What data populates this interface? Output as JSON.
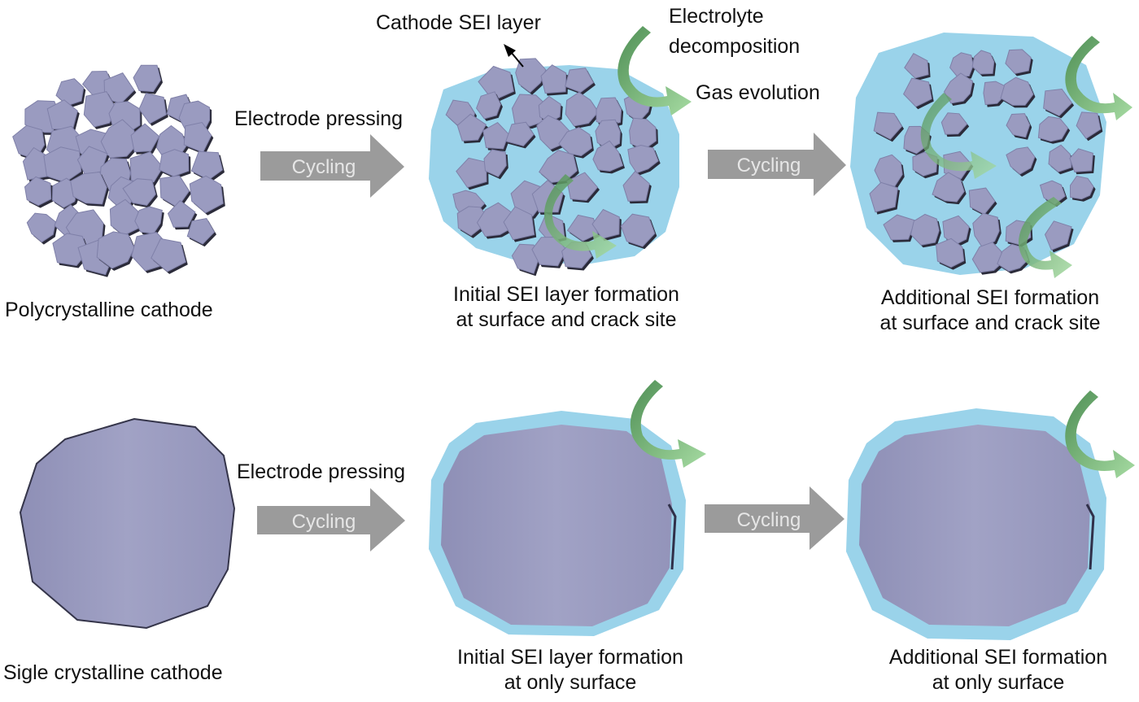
{
  "labels": {
    "electrode_pressing_top": "Electrode pressing",
    "electrode_pressing_bottom": "Electrode pressing",
    "cycling_top_1": "Cycling",
    "cycling_top_2": "Cycling",
    "cycling_bottom_1": "Cycling",
    "cycling_bottom_2": "Cycling",
    "cathode_sei_layer": "Cathode SEI layer",
    "electrolyte_decomposition_line1": "Electrolyte",
    "electrolyte_decomposition_line2": "decomposition",
    "gas_evolution": "Gas evolution"
  },
  "captions": {
    "polycrystalline": "Polycrystalline cathode",
    "poly_initial_line1": "Initial SEI layer formation",
    "poly_initial_line2": "at surface and crack site",
    "poly_additional_line1": "Additional SEI formation",
    "poly_additional_line2": "at surface and crack site",
    "single": "Sigle crystalline cathode",
    "single_initial_line1": "Initial SEI layer formation",
    "single_initial_line2": "at only surface",
    "single_additional_line1": "Additional SEI formation",
    "single_additional_line2": "at only surface"
  },
  "colors": {
    "particle": "#9a9bc0",
    "particle_edge": "#2b2b3a",
    "sei": "#9ad3ea",
    "arrow_gray": "#9b9b9b",
    "green_dark": "#5e9e62",
    "green_light": "#9fd49a"
  }
}
